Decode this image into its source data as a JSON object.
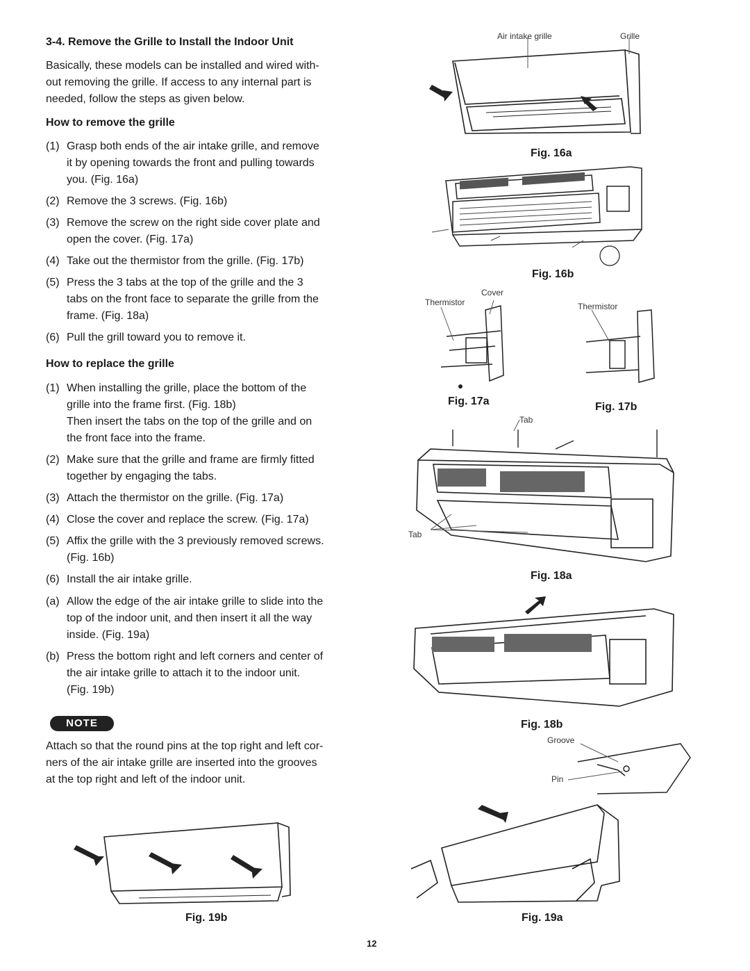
{
  "section_title": "3-4.  Remove the Grille to Install the Indoor Unit",
  "intro": [
    "Basically, these models can be installed and wired with-",
    "out removing the grille. If access to any internal part is",
    "needed, follow the steps as given below."
  ],
  "remove": {
    "heading": "How to remove the grille",
    "steps": [
      {
        "num": "(1)",
        "lines": [
          "Grasp both ends of the air intake grille, and remove",
          "it by opening towards the front and pulling towards",
          "you. (Fig. 16a)"
        ]
      },
      {
        "num": "(2)",
        "lines": [
          "Remove the 3 screws. (Fig. 16b)"
        ]
      },
      {
        "num": "(3)",
        "lines": [
          "Remove the screw on the right side cover plate and",
          "open the cover. (Fig. 17a)"
        ]
      },
      {
        "num": "(4)",
        "lines": [
          "Take out the thermistor from the grille. (Fig. 17b)"
        ]
      },
      {
        "num": "(5)",
        "lines": [
          "Press the 3 tabs at the top of the grille and the 3",
          "tabs on the front face to separate the grille from the",
          "frame. (Fig. 18a)"
        ]
      },
      {
        "num": "(6)",
        "lines": [
          "Pull the grill toward you to remove it."
        ]
      }
    ]
  },
  "replace": {
    "heading": "How to replace the grille",
    "steps": [
      {
        "num": "(1)",
        "lines": [
          "When installing the grille, place the bottom of the",
          "grille into the frame first. (Fig. 18b)",
          "Then insert the tabs on the top of the grille and on",
          "the front face into the frame."
        ]
      },
      {
        "num": "(2)",
        "lines": [
          "Make sure that the grille and frame are firmly fitted",
          "together by engaging the tabs."
        ]
      },
      {
        "num": "(3)",
        "lines": [
          "Attach the thermistor on the grille. (Fig. 17a)"
        ]
      },
      {
        "num": "(4)",
        "lines": [
          "Close the cover and replace the screw. (Fig. 17a)"
        ]
      },
      {
        "num": "(5)",
        "lines": [
          "Affix the grille with the 3 previously removed screws.",
          "(Fig. 16b)"
        ]
      },
      {
        "num": "(6)",
        "lines": [
          "Install the air intake grille."
        ]
      },
      {
        "num": "(a)",
        "lines": [
          "Allow the edge of the air intake grille to slide into the",
          "top of the indoor unit, and then insert it all the way",
          "inside.  (Fig. 19a)"
        ]
      },
      {
        "num": "(b)",
        "lines": [
          "Press the bottom right and left corners and center of",
          "the air intake grille to attach it to the indoor unit.",
          "(Fig. 19b)"
        ]
      }
    ]
  },
  "note": {
    "badge": "NOTE",
    "lines": [
      "Attach so that the round pins at the top right and left cor-",
      "ners of the air intake grille are inserted into the grooves",
      "at the top right and left of the indoor unit."
    ]
  },
  "figures": {
    "fig16a": {
      "label": "Fig. 16a",
      "callouts": [
        "Air intake grille",
        "Grille"
      ]
    },
    "fig16b": {
      "label": "Fig. 16b"
    },
    "fig17a": {
      "label": "Fig. 17a",
      "callouts": [
        "Thermistor",
        "Cover"
      ]
    },
    "fig17b": {
      "label": "Fig. 17b",
      "callouts": [
        "Thermistor"
      ]
    },
    "fig18a": {
      "label": "Fig. 18a",
      "callouts": [
        "Tab",
        "Tab"
      ]
    },
    "fig18b": {
      "label": "Fig. 18b"
    },
    "fig19a": {
      "label": "Fig. 19a",
      "callouts": [
        "Groove",
        "Pin"
      ]
    },
    "fig19b": {
      "label": "Fig. 19b"
    }
  },
  "page_number": "12"
}
